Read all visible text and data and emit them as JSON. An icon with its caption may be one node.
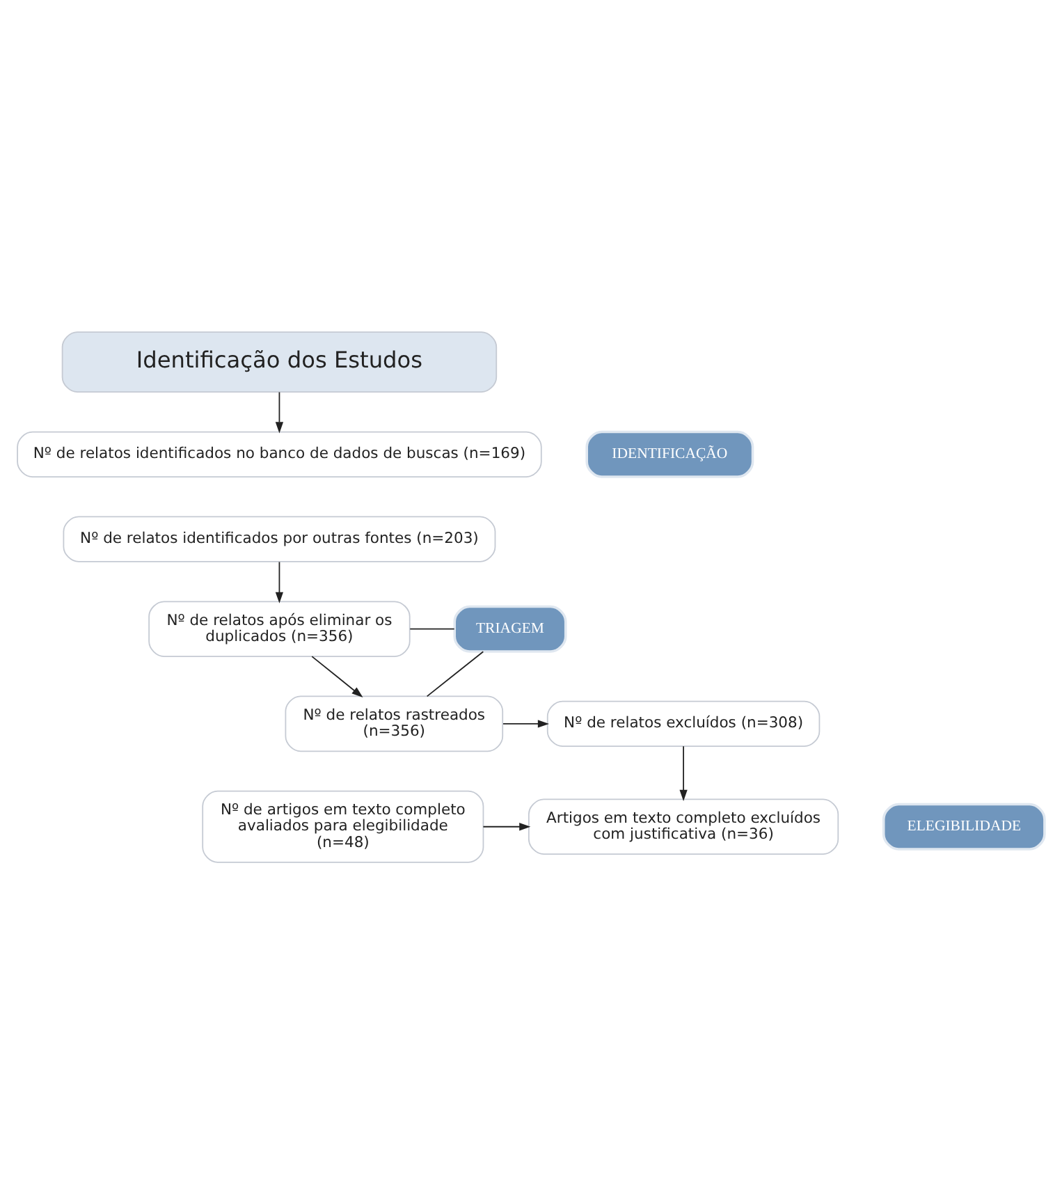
{
  "diagram": {
    "nodes": [
      {
        "text": [
          "Identificação dos Estudos"
        ]
      },
      {
        "text": [
          "IDENTIFICAÇÃO"
        ]
      },
      {
        "text": [
          "Nº de relatos identificados no banco de dados de buscas (n=169)"
        ]
      },
      {
        "text": [
          "Nº de relatos identificados por outras fontes (n=203)"
        ]
      },
      {
        "text": [
          "Nº de relatos após eliminar os duplicados (n=356)"
        ]
      },
      {
        "text": [
          "TRIAGEM"
        ]
      },
      {
        "text": [
          "Nº de relatos rastreados (n=356)"
        ]
      },
      {
        "text": [
          "Nº de relatos excluídos (n=308)"
        ]
      },
      {
        "text": [
          "ELEGIBILIDADE"
        ]
      },
      {
        "text": [
          "Nº de artigos em texto completo avaliados para elegibilidade (n=48)"
        ]
      },
      {
        "text": [
          "Artigos em texto completo excluídos com justificativa (n=36)"
        ]
      }
    ],
    "edges": [
      {
        "from": 0,
        "to": 2,
        "arrow": "to"
      },
      {
        "from": 3,
        "to": 4,
        "arrow": "to"
      },
      {
        "from": 4,
        "to": 5,
        "arrow": "none"
      },
      {
        "from": 5,
        "to": 6,
        "arrow": "none"
      },
      {
        "from": 4,
        "to": 6,
        "arrow": "to"
      },
      {
        "from": 6,
        "to": 7,
        "arrow": "to"
      },
      {
        "from": 7,
        "to": 10,
        "arrow": "to"
      },
      {
        "from": 9,
        "to": 10,
        "arrow": "to"
      }
    ]
  }
}
